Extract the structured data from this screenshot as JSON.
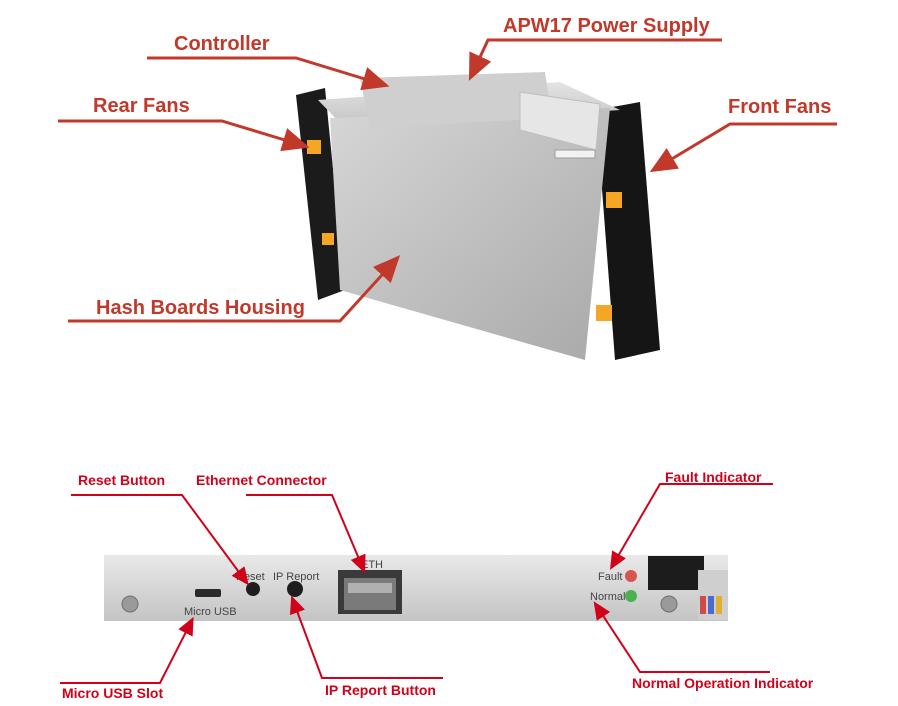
{
  "top_diagram": {
    "labels": {
      "controller": "Controller",
      "power_supply": "APW17 Power Supply",
      "rear_fans": "Rear Fans",
      "front_fans": "Front Fans",
      "hash_boards": "Hash Boards Housing"
    }
  },
  "bottom_diagram": {
    "labels": {
      "reset_button": "Reset Button",
      "ethernet_connector": "Ethernet Connector",
      "fault_indicator": "Fault Indicator",
      "micro_usb_slot": "Micro USB Slot",
      "ip_report_button": "IP Report Button",
      "normal_indicator": "Normal Operation Indicator"
    },
    "panel_text": {
      "reset": "Reset",
      "ip_report": "IP Report",
      "eth": "ETH",
      "fault": "Fault",
      "normal": "Normal",
      "micro_usb": "Micro USB"
    }
  },
  "colors": {
    "label_top": "#c0392b",
    "label_bottom": "#d0021b",
    "fault_led": "#d9534f",
    "normal_led": "#4caf50"
  }
}
